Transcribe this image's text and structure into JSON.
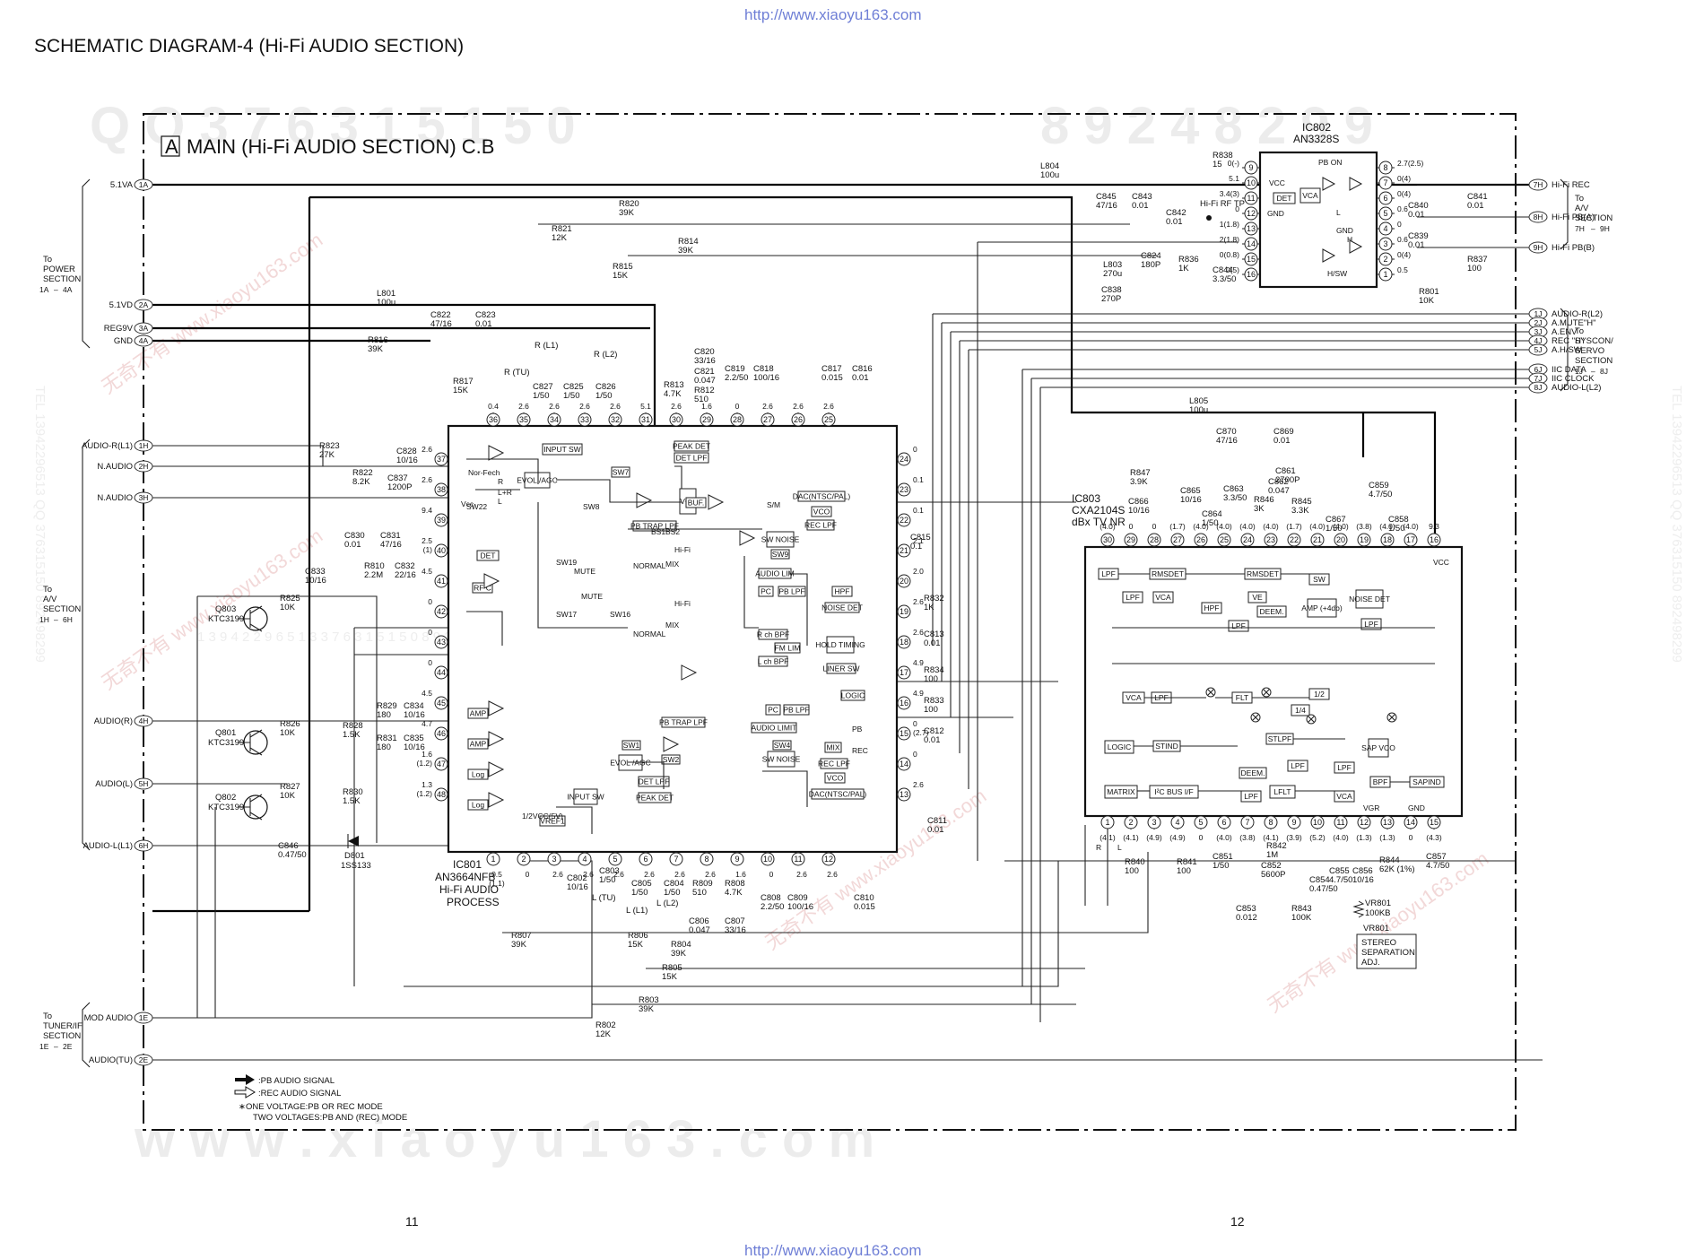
{
  "urls": {
    "top": "http://www.xiaoyu163.com",
    "bottom": "http://www.xiaoyu163.com"
  },
  "title": "SCHEMATIC DIAGRAM-4 (Hi-Fi AUDIO SECTION)",
  "board": {
    "letter": "A",
    "name": "MAIN (Hi-Fi AUDIO SECTION) C.B"
  },
  "watermarks": {
    "top_digits": "Q Q 3 7 6 3 1 5 1 5 0 8 9 2 4 8 2 9 9",
    "top_digits_left": "Q Q 3 7 6 3 1 5 1 5 0",
    "top_digits_right": "8 9 2 4 8 2 9 9",
    "bottom": "w w w . x i a o y u 1 6 3 . c o m",
    "left_side": "TEL 13942296513 QQ 376315150 892498299",
    "right_side": "TEL 13942296513 QQ 376315150 892498299",
    "cn": "无奇不有 www.xiaoyu163.com",
    "mid": "1 3 9 4 2 2 9 6 5 1 3 3 7 6 3 1 5 1 5 0 8 9 2 4 9 8 2 9 9"
  },
  "left_connectors": [
    {
      "label": "5.1VA",
      "pin": "1A"
    },
    {
      "label": "5.1VD",
      "pin": "2A"
    },
    {
      "label": "REG9V",
      "pin": "3A"
    },
    {
      "label": "GND",
      "pin": "4A"
    },
    {
      "label": "AUDIO-R(L1)",
      "pin": "1H"
    },
    {
      "label": "N.AUDIO",
      "pin": "2H"
    },
    {
      "label": "N.AUDIO",
      "pin": "3H"
    },
    {
      "label": "AUDIO(R)",
      "pin": "4H"
    },
    {
      "label": "AUDIO(L)",
      "pin": "5H"
    },
    {
      "label": "AUDIO-L(L1)",
      "pin": "6H"
    },
    {
      "label": "MOD AUDIO",
      "pin": "1E"
    },
    {
      "label": "AUDIO(TU)",
      "pin": "2E"
    }
  ],
  "right_connectors": [
    {
      "label": "Hi-Fi REC",
      "pin": "7H"
    },
    {
      "label": "Hi-Fi PB(A)",
      "pin": "8H"
    },
    {
      "label": "Hi-Fi PB(B)",
      "pin": "9H"
    },
    {
      "label": "AUDIO-R(L2)",
      "pin": "1J"
    },
    {
      "label": "A.MUTE\"H\"",
      "pin": "2J"
    },
    {
      "label": "A.ENV",
      "pin": "3J"
    },
    {
      "label": "REC \"H\"",
      "pin": "4J"
    },
    {
      "label": "A.H/SW",
      "pin": "5J"
    },
    {
      "label": "IIC DATA",
      "pin": "6J"
    },
    {
      "label": "IIC CLOCK",
      "pin": "7J"
    },
    {
      "label": "AUDIO-L(L2)",
      "pin": "8J"
    }
  ],
  "section_refs": {
    "power": {
      "l1": "To",
      "l2": "POWER",
      "l3": "SECTION",
      "from": "1A",
      "to": "4A"
    },
    "av_left": {
      "l1": "To",
      "l2": "A/V",
      "l3": "SECTION",
      "from": "1H",
      "to": "6H"
    },
    "tuner": {
      "l1": "To",
      "l2": "TUNER/IF",
      "l3": "SECTION",
      "from": "1E",
      "to": "2E"
    },
    "av_right": {
      "l1": "To",
      "l2": "A/V",
      "l3": "SECTION",
      "from": "7H",
      "to": "9H"
    },
    "syscon": {
      "l1": "To",
      "l2": "SYSCON/",
      "l3": "SERVO",
      "l4": "SECTION",
      "from": "1J",
      "to": "8J"
    }
  },
  "ic801": {
    "ref": "IC801",
    "part": "AN3664NFB",
    "desc1": "Hi-Fi AUDIO",
    "desc2": "PROCESS",
    "top_pins": [
      "36",
      "35",
      "34",
      "33",
      "32",
      "31",
      "30",
      "29",
      "28",
      "27",
      "26",
      "25"
    ],
    "top_volts": [
      "0.4",
      "2.6",
      "2.6",
      "2.6",
      "2.6",
      "5.1",
      "2.6",
      "1.6",
      "0",
      "2.6",
      "2.6",
      "2.6"
    ],
    "bottom_pins": [
      "1",
      "2",
      "3",
      "4",
      "5",
      "6",
      "7",
      "8",
      "9",
      "10",
      "11",
      "12"
    ],
    "bottom_volts": [
      "0.5 (1.1)",
      "0",
      "2.6",
      "2.6",
      "2.6",
      "2.6",
      "2.6",
      "2.6",
      "1.6",
      "0",
      "2.6",
      "2.6"
    ],
    "left_pins": [
      "37",
      "38",
      "39",
      "40",
      "41",
      "42",
      "43",
      "44",
      "45",
      "46",
      "47",
      "48"
    ],
    "left_volts": [
      "2.6",
      "2.6",
      "9.4",
      "2.5 (1)",
      "4.5",
      "0",
      "0",
      "0",
      "4.5",
      "4.7",
      "1.6 (1.2)",
      "1.3 (1.2)"
    ],
    "right_pins": [
      "24",
      "23",
      "22",
      "21",
      "20",
      "19",
      "18",
      "17",
      "16",
      "15",
      "14",
      "13"
    ],
    "right_volts": [
      "0",
      "0.1",
      "0.1",
      "2.1",
      "2.0",
      "2.6",
      "2.6",
      "4.9",
      "4.9",
      "0 (2.7)",
      "0",
      "2.6"
    ],
    "blocks": [
      "INPUT SW",
      "PEAK DET",
      "DET LPF",
      "EVOL /AGC",
      "SW7",
      "VCA",
      "BUF.",
      "PB TRAP LPF",
      "DAC(NTSC/PAL)",
      "VCO",
      "REC LPF",
      "SW NOISE",
      "SW9",
      "AUDIO LIM",
      "PC",
      "PB LPF",
      "HPF",
      "NOISE DET",
      "R ch BPF",
      "FM LIM",
      "L ch BPF",
      "HOLD TIMING",
      "LINER SW",
      "LOGIC",
      "PC",
      "PB LPF",
      "AUDIO LIMIT",
      "SW4",
      "SW NOISE",
      "MIX",
      "REC LPF",
      "VCO",
      "DAC(NTSC/PAL)",
      "PB TRAP LPF",
      "EVOL /AGC",
      "SW1",
      "SW2",
      "DET LPF",
      "PEAK DET",
      "INPUT SW",
      "VREF1",
      "DET",
      "RF C",
      "AMP",
      "AMP",
      "Log",
      "Log"
    ],
    "labels": [
      "Nor-Fech",
      "R",
      "L+R",
      "L",
      "SW22",
      "Vcc",
      "SW8",
      "S/M",
      "SW16",
      "SW17",
      "SW19",
      "MUTE",
      "MUTE",
      "NORMAL",
      "NORMAL",
      "BS1",
      "BS2",
      "Hi-Fi",
      "MIX",
      "Hi-Fi",
      "MIX",
      "PB",
      "REC",
      "1/2VCC(5V)"
    ]
  },
  "ic802": {
    "ref": "IC802",
    "part": "AN3328S",
    "left_pins": [
      "9",
      "10",
      "11",
      "12",
      "13",
      "14",
      "15",
      "16"
    ],
    "left_volts": [
      "0(-)",
      "5.1",
      "3.4(3)",
      "0",
      "1(1.8)",
      "2(1.8)",
      "0(0.8)",
      "0(5)"
    ],
    "right_pins": [
      "8",
      "7",
      "6",
      "5",
      "4",
      "3",
      "2",
      "1"
    ],
    "right_volts": [
      "2.7(2.5)",
      "0(4)",
      "0(4)",
      "0.6",
      "0",
      "0.6",
      "0(4)",
      "0.5"
    ],
    "blocks": [
      "DET",
      "VCA",
      "PB ON",
      "GND",
      "VCC",
      "GND",
      "H/SW",
      "L",
      "H"
    ]
  },
  "ic803": {
    "ref": "IC803",
    "part": "CXA2104S",
    "desc": "dBx TV NR",
    "top_pins": [
      "30",
      "29",
      "28",
      "27",
      "26",
      "25",
      "24",
      "23",
      "22",
      "21",
      "20",
      "19",
      "18",
      "17",
      "16"
    ],
    "top_volts": [
      "(4.0)",
      "0",
      "0",
      "(1.7)",
      "(4.0)",
      "(4.0)",
      "(4.0)",
      "(4.0)",
      "(1.7)",
      "(4.0)",
      "(4.0)",
      "(3.8)",
      "(4.0)",
      "(4.0)",
      "9.3"
    ],
    "bottom_pins": [
      "1",
      "2",
      "3",
      "4",
      "5",
      "6",
      "7",
      "8",
      "9",
      "10",
      "11",
      "12",
      "13",
      "14",
      "15"
    ],
    "bottom_volts": [
      "(4.1)",
      "(4.1)",
      "(4.9)",
      "(4.9)",
      "0",
      "(4.0)",
      "(3.8)",
      "(4.1)",
      "(3.9)",
      "(5.2)",
      "(4.0)",
      "(1.3)",
      "(1.3)",
      "0",
      "(4.3)"
    ],
    "pin_names": [
      "VCC",
      "VGR",
      "GND",
      "R",
      "L"
    ],
    "blocks": [
      "LPF",
      "RMSDET",
      "RMSDET",
      "SW",
      "LPF",
      "VCA",
      "VE",
      "AMP (+4db)",
      "NOISE DET",
      "HPF",
      "DEEM.",
      "LPF",
      "LPF",
      "VCA",
      "LPF",
      "FLT",
      "1/2",
      "1/4",
      "LOGIC",
      "STIND",
      "STLPF",
      "LPF",
      "SAP VCO",
      "DEEM.",
      "LPF",
      "LFLT",
      "LPF",
      "VCA",
      "BPF",
      "SAPIND",
      "MATRIX",
      "I²C BUS I/F"
    ]
  },
  "transistors": [
    {
      "ref": "Q803",
      "part": "KTC3199"
    },
    {
      "ref": "Q801",
      "part": "KTC3199"
    },
    {
      "ref": "Q802",
      "part": "KTC3199"
    }
  ],
  "diode": {
    "ref": "D801",
    "part": "1SS133"
  },
  "vr801": {
    "ref": "VR801",
    "value": "100KB",
    "note1": "STEREO",
    "note2": "SEPARATION",
    "note3": "ADJ."
  },
  "components": [
    {
      "ref": "L804",
      "value": "100u"
    },
    {
      "ref": "R838",
      "value": "15"
    },
    {
      "ref": "C845",
      "value": "47/16"
    },
    {
      "ref": "C843",
      "value": "0.01"
    },
    {
      "ref": "C842",
      "value": "0.01"
    },
    {
      "ref": "C841",
      "value": "0.01"
    },
    {
      "ref": "C840",
      "value": "0.01"
    },
    {
      "ref": "C839",
      "value": "0.01"
    },
    {
      "ref": "R837",
      "value": "100"
    },
    {
      "ref": "R801",
      "value": "10K"
    },
    {
      "ref": "L803",
      "value": "270u"
    },
    {
      "ref": "C838",
      "value": "270P"
    },
    {
      "ref": "C824",
      "value": "180P"
    },
    {
      "ref": "R836",
      "value": "1K"
    },
    {
      "ref": "C844",
      "value": "3.3/50"
    },
    {
      "ref": "R820",
      "value": "39K"
    },
    {
      "ref": "R821",
      "value": "12K"
    },
    {
      "ref": "R814",
      "value": "39K"
    },
    {
      "ref": "R815",
      "value": "15K"
    },
    {
      "ref": "L801",
      "value": "100u"
    },
    {
      "ref": "C822",
      "value": "47/16"
    },
    {
      "ref": "C823",
      "value": "0.01"
    },
    {
      "ref": "R816",
      "value": "39K"
    },
    {
      "ref": "R817",
      "value": "15K"
    },
    {
      "ref": "C820",
      "value": "33/16"
    },
    {
      "ref": "C821",
      "value": "0.047"
    },
    {
      "ref": "C819",
      "value": "2.2/50"
    },
    {
      "ref": "C818",
      "value": "100/16"
    },
    {
      "ref": "C817",
      "value": "0.015"
    },
    {
      "ref": "C816",
      "value": "0.01"
    },
    {
      "ref": "R812",
      "value": "510"
    },
    {
      "ref": "R813",
      "value": "4.7K"
    },
    {
      "ref": "C827",
      "value": "1/50"
    },
    {
      "ref": "C825",
      "value": "1/50"
    },
    {
      "ref": "C826",
      "value": "1/50"
    },
    {
      "ref": "R823",
      "value": "27K"
    },
    {
      "ref": "R822",
      "value": "8.2K"
    },
    {
      "ref": "C828",
      "value": "10/16"
    },
    {
      "ref": "C837",
      "value": "1200P"
    },
    {
      "ref": "C830",
      "value": "0.01"
    },
    {
      "ref": "C831",
      "value": "47/16"
    },
    {
      "ref": "C833",
      "value": "10/16"
    },
    {
      "ref": "R810",
      "value": "2.2M"
    },
    {
      "ref": "C832",
      "value": "22/16"
    },
    {
      "ref": "R825",
      "value": "10K"
    },
    {
      "ref": "R829",
      "value": "180"
    },
    {
      "ref": "C834",
      "value": "10/16"
    },
    {
      "ref": "R826",
      "value": "10K"
    },
    {
      "ref": "R828",
      "value": "1.5K"
    },
    {
      "ref": "R831",
      "value": "180"
    },
    {
      "ref": "C835",
      "value": "10/16"
    },
    {
      "ref": "R827",
      "value": "10K"
    },
    {
      "ref": "R830",
      "value": "1.5K"
    },
    {
      "ref": "C846",
      "value": "0.47/50"
    },
    {
      "ref": "C815",
      "value": "0.1"
    },
    {
      "ref": "R832",
      "value": "1K"
    },
    {
      "ref": "C813",
      "value": "0.01"
    },
    {
      "ref": "R834",
      "value": "100"
    },
    {
      "ref": "R833",
      "value": "100"
    },
    {
      "ref": "C812",
      "value": "0.01"
    },
    {
      "ref": "C811",
      "value": "0.01"
    },
    {
      "ref": "C802",
      "value": "10/16"
    },
    {
      "ref": "C803",
      "value": "1/50"
    },
    {
      "ref": "C805",
      "value": "1/50"
    },
    {
      "ref": "C804",
      "value": "1/50"
    },
    {
      "ref": "R809",
      "value": "510"
    },
    {
      "ref": "R808",
      "value": "4.7K"
    },
    {
      "ref": "C806",
      "value": "0.047"
    },
    {
      "ref": "C807",
      "value": "33/16"
    },
    {
      "ref": "C808",
      "value": "2.2/50"
    },
    {
      "ref": "C809",
      "value": "100/16"
    },
    {
      "ref": "C810",
      "value": "0.015"
    },
    {
      "ref": "R807",
      "value": "39K"
    },
    {
      "ref": "R806",
      "value": "15K"
    },
    {
      "ref": "R804",
      "value": "39K"
    },
    {
      "ref": "R805",
      "value": "15K"
    },
    {
      "ref": "R803",
      "value": "39K"
    },
    {
      "ref": "R802",
      "value": "12K"
    },
    {
      "ref": "L805",
      "value": "100u"
    },
    {
      "ref": "C870",
      "value": "47/16"
    },
    {
      "ref": "C869",
      "value": "0.01"
    },
    {
      "ref": "R847",
      "value": "3.9K"
    },
    {
      "ref": "C865",
      "value": "10/16"
    },
    {
      "ref": "C866",
      "value": "10/16"
    },
    {
      "ref": "C863",
      "value": "3.3/50"
    },
    {
      "ref": "C862",
      "value": "0.047"
    },
    {
      "ref": "C861",
      "value": "2700P"
    },
    {
      "ref": "C859",
      "value": "4.7/50"
    },
    {
      "ref": "C864",
      "value": "1/50"
    },
    {
      "ref": "R846",
      "value": "3K"
    },
    {
      "ref": "R845",
      "value": "3.3K"
    },
    {
      "ref": "C867",
      "value": "1/50"
    },
    {
      "ref": "C858",
      "value": "1/50"
    },
    {
      "ref": "C851",
      "value": "1/50"
    },
    {
      "ref": "R842",
      "value": "1M"
    },
    {
      "ref": "C852",
      "value": "5600P"
    },
    {
      "ref": "C853",
      "value": "0.012"
    },
    {
      "ref": "R843",
      "value": "100K"
    },
    {
      "ref": "C854",
      "value": "0.47/50"
    },
    {
      "ref": "C855",
      "value": "4.7/50"
    },
    {
      "ref": "C856",
      "value": "10/16"
    },
    {
      "ref": "R844",
      "value": "62K (1%)"
    },
    {
      "ref": "C857",
      "value": "4.7/50"
    },
    {
      "ref": "R840",
      "value": "100"
    },
    {
      "ref": "R841",
      "value": "100"
    }
  ],
  "misc_labels": {
    "hifi_rf_tp": "Hi-Fi RF TP",
    "r_l1": "R (L1)",
    "r_l2": "R (L2)",
    "r_tu": "R (TU)",
    "l_l1": "L (L1)",
    "l_l2": "L (L2)",
    "l_tu": "L (TU)"
  },
  "legend": {
    "pb": ":PB AUDIO SIGNAL",
    "rec": ":REC AUDIO SIGNAL",
    "note1": "∗ONE VOLTAGE:PB OR REC MODE",
    "note2": "TWO VOLTAGES:PB AND (REC) MODE"
  },
  "page_numbers": {
    "left": "11",
    "right": "12"
  }
}
